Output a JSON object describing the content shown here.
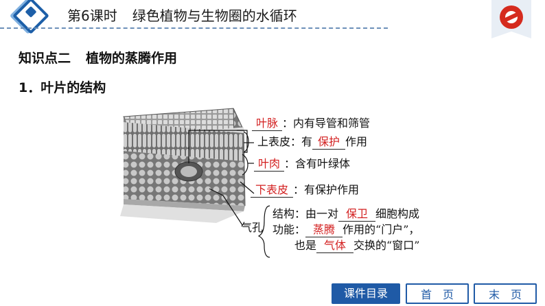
{
  "header": {
    "lesson": "第6课时",
    "title": "绿色植物与生物圈的水循环"
  },
  "section_heading": {
    "label": "知识点二",
    "title": "植物的蒸腾作用"
  },
  "sub_heading": "1．叶片的结构",
  "figure": {
    "vein": {
      "answer": "叶脉",
      "text": "：内有导管和筛管"
    },
    "upper_epidermis": {
      "prefix": "上表皮：有",
      "answer": "保护",
      "suffix": "作用"
    },
    "mesophyll": {
      "answer": "叶肉",
      "text": "：含有叶绿体"
    },
    "lower_epidermis": {
      "answer": "下表皮",
      "text": "：有保护作用"
    },
    "stoma": {
      "label": "气孔",
      "structure": {
        "prefix": "结构：由一对",
        "answer": "保卫",
        "suffix": "细胞构成"
      },
      "function": {
        "prefix": "功能：",
        "answer": "蒸腾",
        "suffix": "作用的“门户”，"
      },
      "exchange": {
        "prefix": "也是",
        "answer": "气体",
        "suffix": "交换的“窗口”"
      }
    }
  },
  "nav": {
    "catalog": "课件目录",
    "first": "首　页",
    "last": "末　页"
  },
  "colors": {
    "brand_blue": "#1f5aa6",
    "answer_red": "#d32020",
    "logo_red": "#d52b1e"
  },
  "icons": {
    "header_logo": "diamond-logo-icon",
    "corner_logo": "publisher-logo-icon"
  }
}
